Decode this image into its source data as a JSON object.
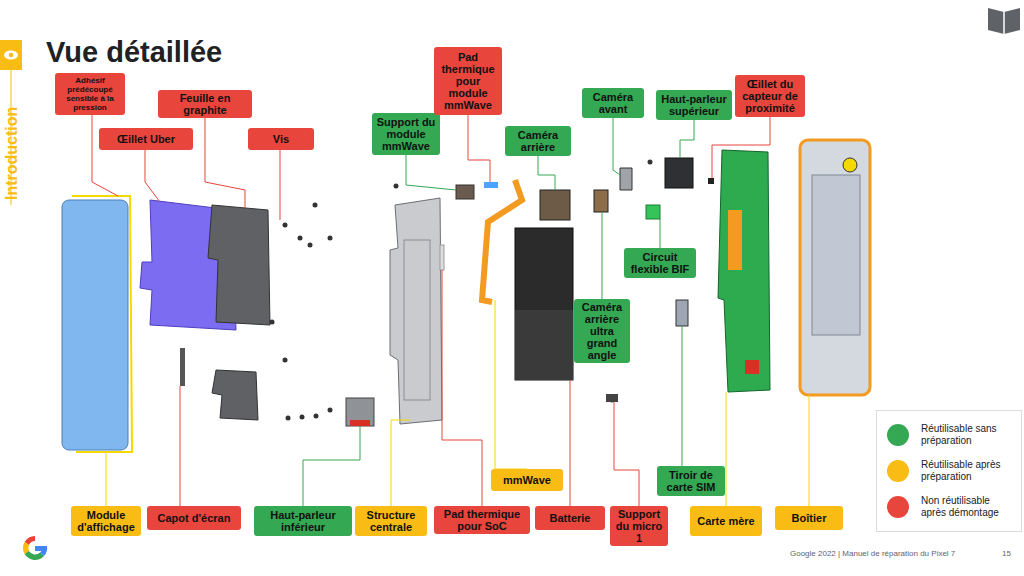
{
  "diagram": {
    "title": "Vue détaillée",
    "nodes": [
      {
        "text": [
          "Adhésif prédécoupé sensible à la pression"
        ]
      },
      {
        "text": [
          "Œillet Uber"
        ]
      },
      {
        "text": [
          "Feuille en graphite"
        ]
      },
      {
        "text": [
          "Vis"
        ]
      },
      {
        "text": [
          "Support du module mmWave"
        ]
      },
      {
        "text": [
          "Pad thermique pour module mmWave"
        ]
      },
      {
        "text": [
          "Caméra arrière"
        ]
      },
      {
        "text": [
          "Caméra avant"
        ]
      },
      {
        "text": [
          "Haut-parleur supérieur"
        ]
      },
      {
        "text": [
          "Œillet du capteur de proximité"
        ]
      },
      {
        "text": [
          "Circuit flexible BIF"
        ]
      },
      {
        "text": [
          "Caméra arrière ultra grand angle"
        ]
      },
      {
        "text": [
          "mmWave"
        ]
      },
      {
        "text": [
          "Tiroir de carte SIM"
        ]
      },
      {
        "text": [
          "Module d'affichage"
        ]
      },
      {
        "text": [
          "Capot d'écran"
        ]
      },
      {
        "text": [
          "Haut-parleur inférieur"
        ]
      },
      {
        "text": [
          "Structure centrale"
        ]
      },
      {
        "text": [
          "Pad thermique pour SoC"
        ]
      },
      {
        "text": [
          "Batterie"
        ]
      },
      {
        "text": [
          "Support du micro 1"
        ]
      },
      {
        "text": [
          "Carte mère"
        ]
      },
      {
        "text": [
          "Boîtier"
        ]
      }
    ],
    "labels": [
      "Introduction",
      "Google 2022 | Manuel de réparation du Pixel 7",
      "15"
    ],
    "legend": [
      {
        "text": "Réutilisable sans préparation",
        "color": "#34a853"
      },
      {
        "text": "Réutilisable après préparation",
        "color": "#f9bc15"
      },
      {
        "text": "Non réutilisable après démontage",
        "color": "#e8453c"
      }
    ]
  }
}
